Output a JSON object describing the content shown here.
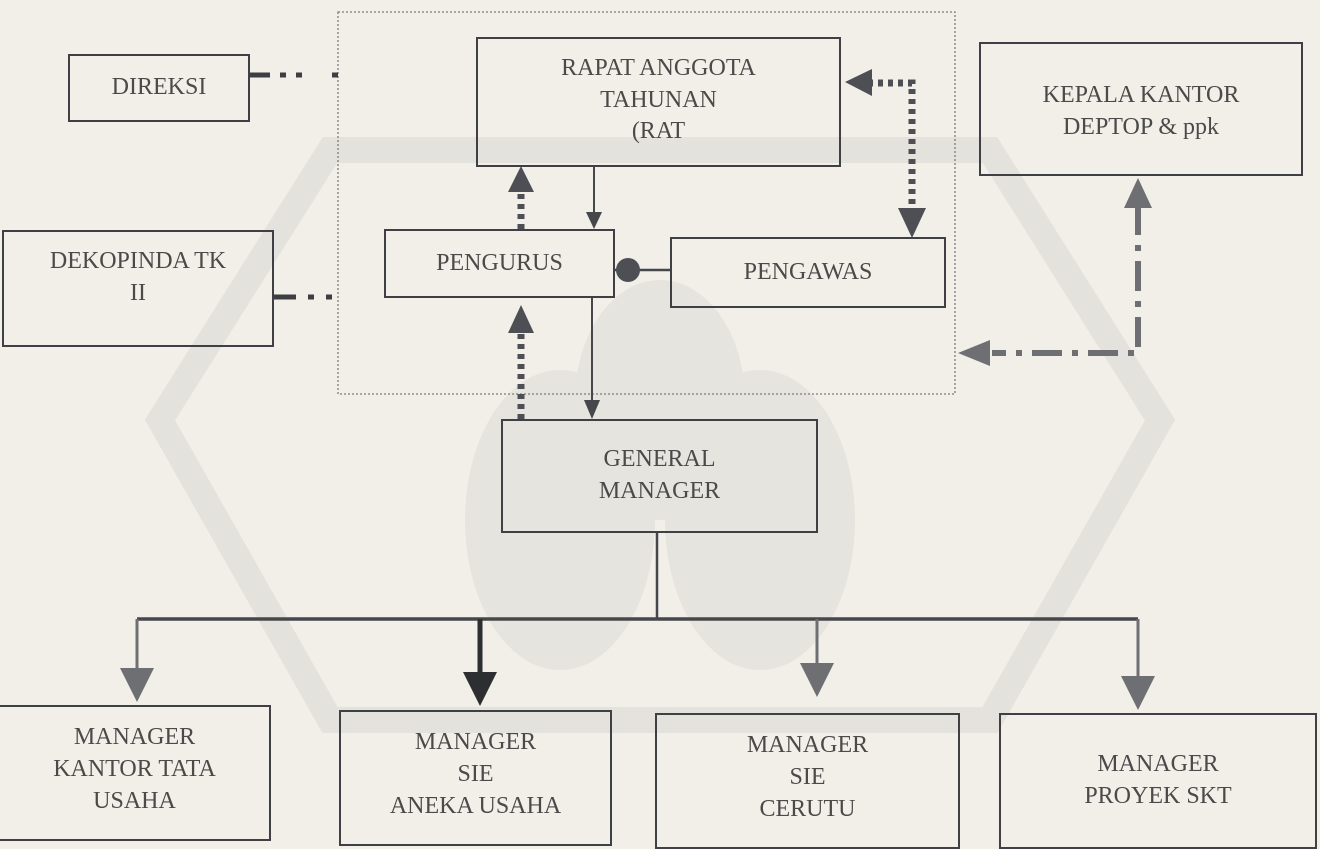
{
  "diagram": {
    "nodes": {
      "direksi": "DIREKSI",
      "rat": "RAPAT ANGGOTA\nTAHUNAN\n(RAT",
      "kepala": "KEPALA KANTOR\nDEPTOP & ppk",
      "dekopinda": "DEKOPINDA TK\nII",
      "pengurus": "PENGURUS",
      "pengawas": "PENGAWAS",
      "general_manager": "GENERAL\nMANAGER",
      "manager_tata_usaha": "MANAGER\nKANTOR TATA\nUSAHA",
      "manager_aneka_usaha": "MANAGER\nSIE\nANEKA USAHA",
      "manager_cerutu": "MANAGER\nSIE\nCERUTU",
      "manager_skt": "MANAGER\nPROYEK SKT"
    },
    "edges": [
      {
        "from": "direksi",
        "to": "rat_group",
        "style": "dash-dot"
      },
      {
        "from": "dekopinda",
        "to": "rat_group",
        "style": "dash-dot"
      },
      {
        "from": "rat",
        "to": "pengurus",
        "style": "solid",
        "arrow": "end"
      },
      {
        "from": "pengurus",
        "to": "rat",
        "style": "dotted",
        "arrow": "end"
      },
      {
        "from": "rat",
        "to": "pengawas",
        "style": "dotted",
        "arrow": "both"
      },
      {
        "from": "pengurus",
        "to": "pengawas",
        "style": "solid",
        "marker": "dot"
      },
      {
        "from": "pengurus",
        "to": "general_manager",
        "style": "solid",
        "arrow": "end"
      },
      {
        "from": "general_manager",
        "to": "pengurus",
        "style": "dotted",
        "arrow": "end"
      },
      {
        "from": "rat_group",
        "to": "kepala",
        "style": "dash-dot",
        "arrow": "both"
      },
      {
        "from": "general_manager",
        "to": "manager_tata_usaha",
        "style": "solid",
        "arrow": "end"
      },
      {
        "from": "general_manager",
        "to": "manager_aneka_usaha",
        "style": "solid",
        "arrow": "end"
      },
      {
        "from": "general_manager",
        "to": "manager_cerutu",
        "style": "solid",
        "arrow": "end"
      },
      {
        "from": "general_manager",
        "to": "manager_skt",
        "style": "solid",
        "arrow": "end"
      }
    ],
    "colors": {
      "background": "#f1efe8",
      "line": "#444549",
      "dotted": "#55565b",
      "watermark": "#e3e1dc"
    }
  }
}
